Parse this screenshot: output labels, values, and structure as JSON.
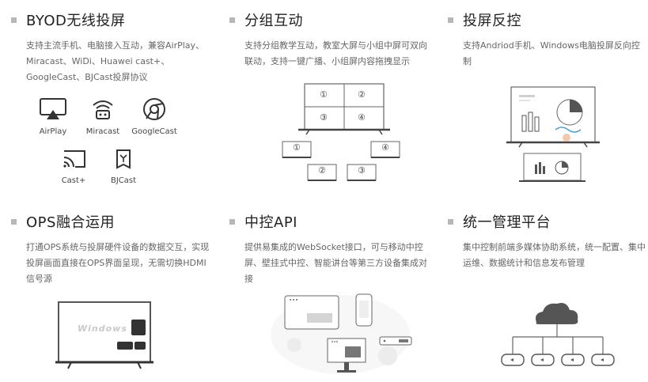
{
  "features": [
    {
      "title": "BYOD无线投屏",
      "desc": "支持主流手机、电脑接入互动，兼容AirPlay、Miracast、WiDi、Huawei cast+、GoogleCast、BJCast投屏协议"
    },
    {
      "title": "分组互动",
      "desc": "支持分组教学互动，教室大屏与小组中屏可双向联动，支持一键广播、小组屏内容拖拽显示"
    },
    {
      "title": "投屏反控",
      "desc": "支持Andriod手机、Windows电脑投屏反向控制"
    },
    {
      "title": "OPS融合运用",
      "desc": "打通OPS系统与投屏硬件设备的数据交互，实现投屏画面直接在OPS界面呈现，无需切换HDMI信号源"
    },
    {
      "title": "中控API",
      "desc": "提供易集成的WebSocket接口，可与移动中控屏、壁挂式中控、智能讲台等第三方设备集成对接"
    },
    {
      "title": "统一管理平台",
      "desc": "集中控制前端多媒体协助系统，统一配置、集中运维、数据统计和信息发布管理"
    }
  ],
  "protocols": [
    "AirPlay",
    "Miracast",
    "GoogleCast",
    "Cast+",
    "BJCast"
  ],
  "group_numbers": [
    "①",
    "②",
    "③",
    "④"
  ],
  "ops_screen_text": "Windows"
}
